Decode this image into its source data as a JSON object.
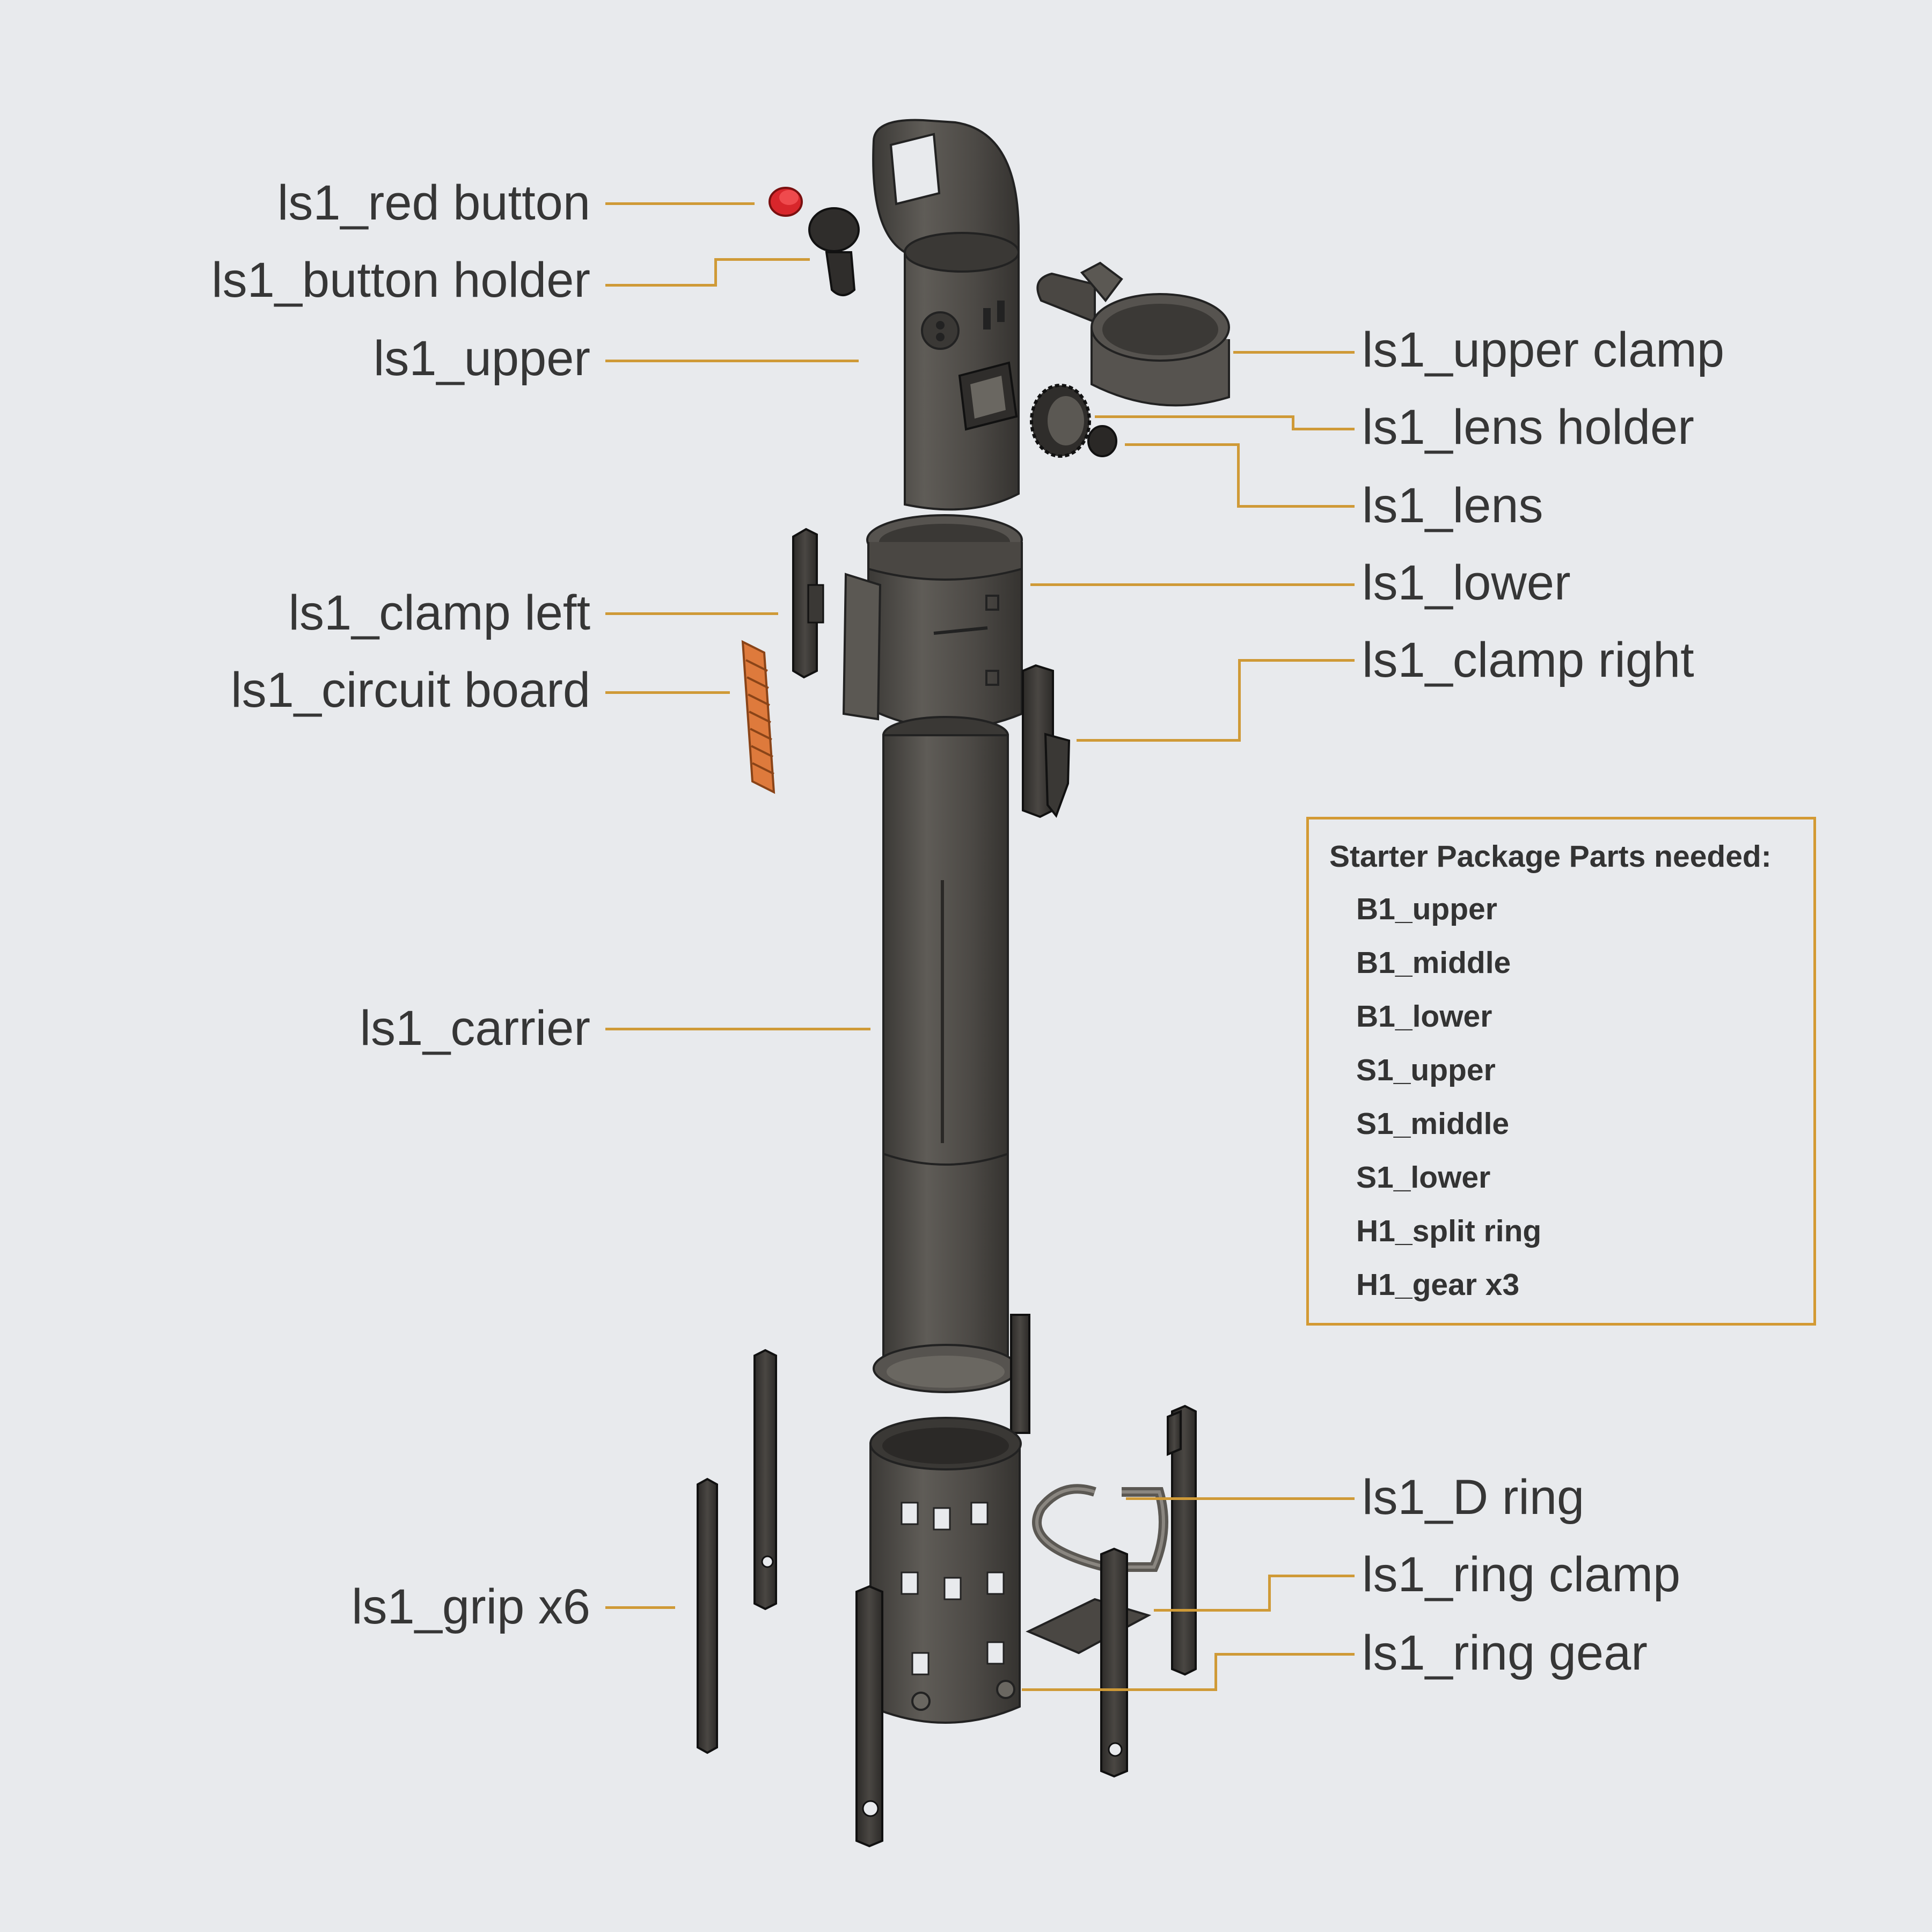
{
  "labels_left": [
    {
      "id": "red-button",
      "text": "ls1_red button"
    },
    {
      "id": "button-holder",
      "text": "ls1_button holder"
    },
    {
      "id": "upper",
      "text": "ls1_upper"
    },
    {
      "id": "clamp-left",
      "text": "ls1_clamp left"
    },
    {
      "id": "circuit-board",
      "text": "ls1_circuit board"
    },
    {
      "id": "carrier",
      "text": "ls1_carrier"
    },
    {
      "id": "grip",
      "text": "ls1_grip x6"
    }
  ],
  "labels_right": [
    {
      "id": "upper-clamp",
      "text": "ls1_upper clamp"
    },
    {
      "id": "lens-holder",
      "text": "ls1_lens holder"
    },
    {
      "id": "lens",
      "text": "ls1_lens"
    },
    {
      "id": "lower",
      "text": "ls1_lower"
    },
    {
      "id": "clamp-right",
      "text": "ls1_clamp right"
    },
    {
      "id": "d-ring",
      "text": "ls1_D ring"
    },
    {
      "id": "ring-clamp",
      "text": "ls1_ring clamp"
    },
    {
      "id": "ring-gear",
      "text": "ls1_ring gear"
    }
  ],
  "starter_package": {
    "title": "Starter Package Parts needed:",
    "items": [
      "B1_upper",
      "B1_middle",
      "B1_lower",
      "S1_upper",
      "S1_middle",
      "S1_lower",
      "H1_split ring",
      "H1_gear x3"
    ]
  },
  "colors": {
    "background": "#e8eaed",
    "leader_line": "#cf9a37",
    "box_border": "#d39a34",
    "part_body": "#56534f",
    "part_dark": "#2f2d2b",
    "red_button": "#d8262b",
    "circuit_board": "#de7a3c"
  }
}
